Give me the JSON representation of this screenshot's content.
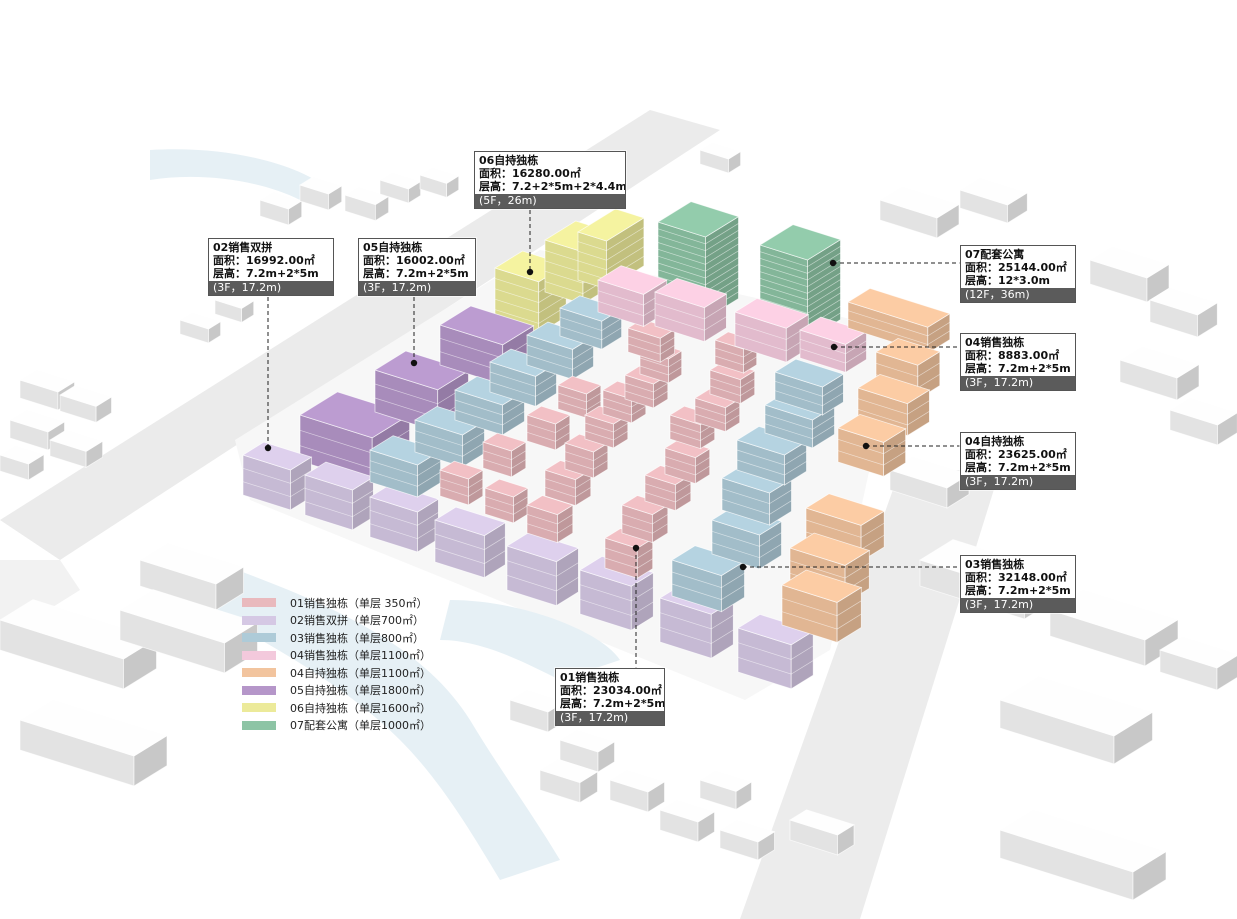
{
  "callouts": [
    {
      "id": "06-own",
      "title": "06自持独栋",
      "area": "面积：16280.00㎡",
      "height": "层高：7.2+2*5m+2*4.4m",
      "floors": "(5F，26m)"
    },
    {
      "id": "02-sale",
      "title": "02销售双拼",
      "area": "面积：16992.00㎡",
      "height": "层高：7.2m+2*5m",
      "floors": "(3F，17.2m)"
    },
    {
      "id": "05-own",
      "title": "05自持独栋",
      "area": "面积：16002.00㎡",
      "height": "层高：7.2m+2*5m",
      "floors": "(3F，17.2m)"
    },
    {
      "id": "07-apt",
      "title": "07配套公寓",
      "area": "面积：25144.00㎡",
      "height": "层高：12*3.0m",
      "floors": "(12F，36m)"
    },
    {
      "id": "04-sale",
      "title": "04销售独栋",
      "area": "面积：8883.00㎡",
      "height": "层高：7.2m+2*5m",
      "floors": "(3F，17.2m)"
    },
    {
      "id": "04-own",
      "title": "04自持独栋",
      "area": "面积：23625.00㎡",
      "height": "层高：7.2m+2*5m",
      "floors": "(3F，17.2m)"
    },
    {
      "id": "03-sale",
      "title": "03销售独栋",
      "area": "面积：32148.00㎡",
      "height": "层高：7.2m+2*5m",
      "floors": "(3F，17.2m)"
    },
    {
      "id": "01-sale",
      "title": "01销售独栋",
      "area": "面积：23034.00㎡",
      "height": "层高：7.2m+2*5m",
      "floors": "(3F，17.2m)"
    }
  ],
  "legend": [
    {
      "label": "01销售独栋（单层 350㎡）",
      "color": "#e9b9bd"
    },
    {
      "label": "02销售双拼（单层700㎡）",
      "color": "#d5c8e4"
    },
    {
      "label": "03销售独栋（单层800㎡）",
      "color": "#aecbd8"
    },
    {
      "label": "04销售独栋（单层1100㎡）",
      "color": "#f3c9dc"
    },
    {
      "label": "04自持独栋（单层1100㎡）",
      "color": "#f2c49e"
    },
    {
      "label": "05自持独栋（单层1800㎡）",
      "color": "#b596c9"
    },
    {
      "label": "06自持独栋（单层1600㎡）",
      "color": "#ecea9a"
    },
    {
      "label": "07配套公寓（单层1000㎡）",
      "color": "#8dc4a5"
    }
  ],
  "colors": {
    "01-sale": "#e9b9bd",
    "02-sale": "#d5c8e4",
    "03-sale": "#aecbd8",
    "04-sale": "#f3c9dc",
    "04-own": "#f2c49e",
    "05-own": "#b596c9",
    "06-own": "#ecea9a",
    "07-apt": "#8dc4a5",
    "context": "#f4f4f4",
    "water": "#e6f0f5"
  }
}
